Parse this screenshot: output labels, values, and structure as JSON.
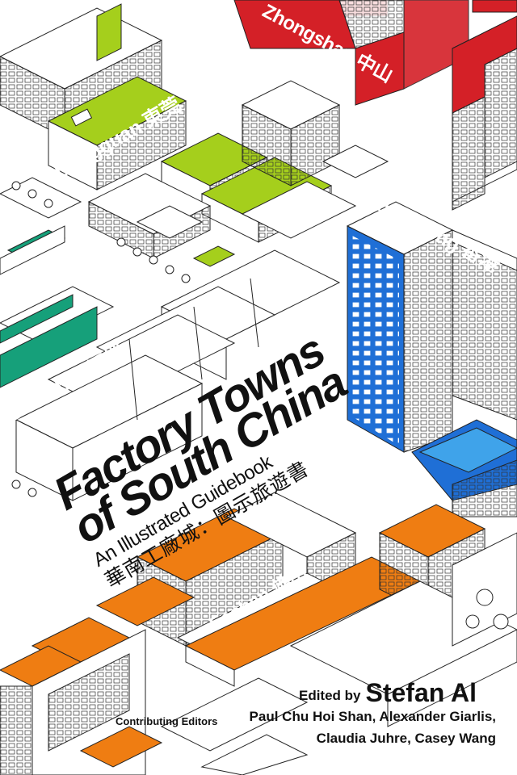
{
  "cover": {
    "title_line1": "Factory Towns",
    "title_line2": "of South China",
    "subtitle": "An Illustrated Guidebook",
    "subtitle_zh": "華南工廠城：圖示旅遊書"
  },
  "cities": {
    "dongguan": "Dongguan 東莞",
    "zhongshan": "Zhongshan 中山",
    "hongkong": "Hong Kong 香港",
    "shenzhen": "Shenzhen 深圳",
    "foshan": "Foshan 佛山"
  },
  "credits": {
    "edited_by": "Edited by",
    "editor": "Stefan Al",
    "contributing_label": "Contributing Editors",
    "contributing_line1": "Paul Chu Hoi Shan, Alexander Giarlis,",
    "contributing_line2": "Claudia Juhre, Casey Wang"
  },
  "colors": {
    "dongguan": "#a5cf1c",
    "zhongshan": "#d42027",
    "hongkong": "#1f6fd6",
    "shenzhen": "#16a07a",
    "foshan": "#ef7d12",
    "line": "#222222"
  }
}
